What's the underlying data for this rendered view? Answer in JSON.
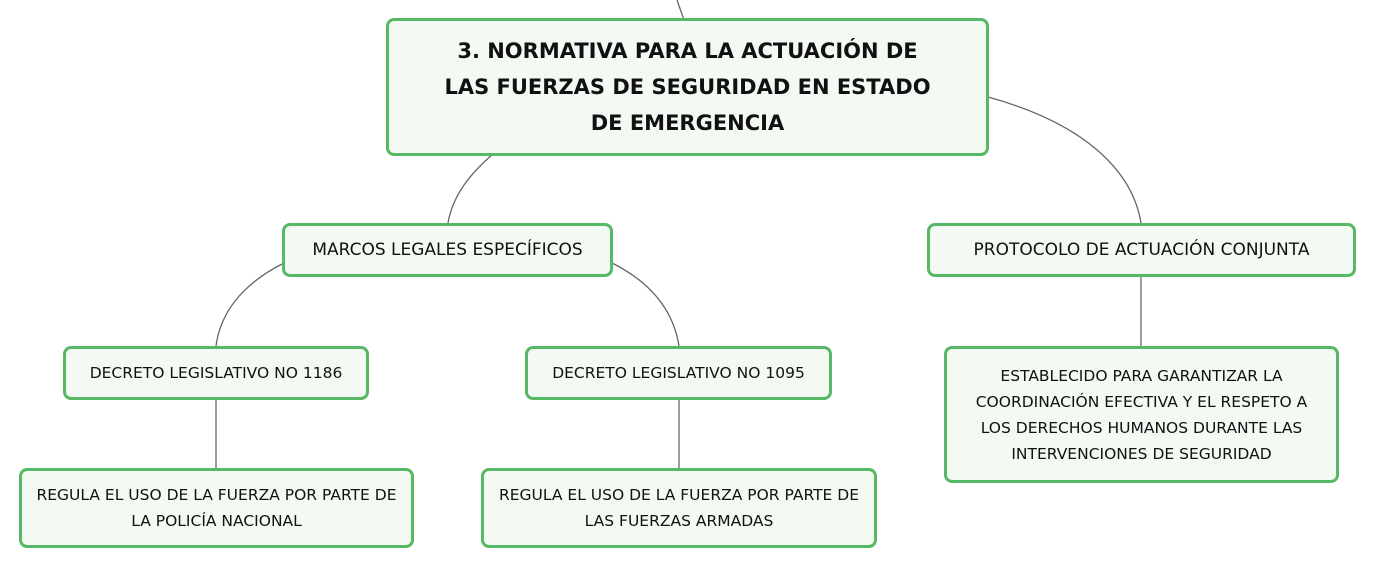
{
  "root": {
    "title": "3. NORMATIVA PARA LA ACTUACIÓN DE LAS FUERZAS DE SEGURIDAD EN ESTADO DE EMERGENCIA"
  },
  "branches": {
    "marcos": "MARCOS LEGALES ESPECÍFICOS",
    "protocolo": "PROTOCOLO DE ACTUACIÓN CONJUNTA"
  },
  "subtopics": {
    "dl1186": "DECRETO LEGISLATIVO NO 1186",
    "dl1095": "DECRETO LEGISLATIVO NO 1095",
    "establecido": "ESTABLECIDO PARA GARANTIZAR LA COORDINACIÓN EFECTIVA Y EL RESPETO A LOS DERECHOS HUMANOS DURANTE LAS INTERVENCIONES DE SEGURIDAD"
  },
  "details": {
    "regula_pn": "REGULA EL USO DE LA FUERZA POR PARTE DE LA POLICÍA NACIONAL",
    "regula_ffaa": "REGULA EL USO DE LA FUERZA POR PARTE DE LAS FUERZAS ARMADAS"
  },
  "colors": {
    "node_border": "#57b865",
    "node_fill": "#f2faf3",
    "connector": "#666666",
    "text": "#111111"
  }
}
